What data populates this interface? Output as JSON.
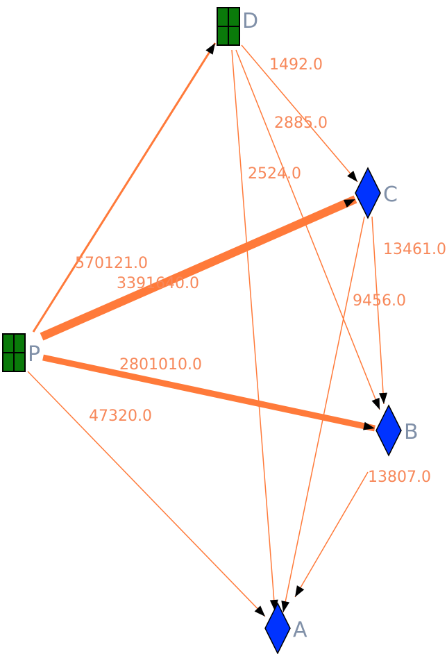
{
  "colors": {
    "edge": "#ff7a3a",
    "edge_label": "#f7885a",
    "square_node": "#0a7a0a",
    "diamond_node": "#0033ff",
    "node_label": "#8090a8",
    "arrow": "#000000"
  },
  "nodes": [
    {
      "id": "D",
      "label": "D",
      "shape": "square-grid"
    },
    {
      "id": "C",
      "label": "C",
      "shape": "diamond"
    },
    {
      "id": "B",
      "label": "B",
      "shape": "diamond"
    },
    {
      "id": "A",
      "label": "A",
      "shape": "diamond"
    },
    {
      "id": "P",
      "label": "P",
      "shape": "square-grid"
    }
  ],
  "edges": [
    {
      "from": "P",
      "to": "C",
      "label": "3391640.0"
    },
    {
      "from": "P",
      "to": "B",
      "label": "2801010.0"
    },
    {
      "from": "P",
      "to": "D",
      "label": "570121.0"
    },
    {
      "from": "P",
      "to": "A",
      "label": "47320.0"
    },
    {
      "from": "B",
      "to": "A",
      "label": "13807.0"
    },
    {
      "from": "C",
      "to": "B",
      "label": "13461.0"
    },
    {
      "from": "C",
      "to": "A",
      "label": "9456.0"
    },
    {
      "from": "D",
      "to": "C",
      "label": "2885.0"
    },
    {
      "from": "D",
      "to": "B",
      "label": "2524.0"
    },
    {
      "from": "D",
      "to": "A",
      "label": "1492.0"
    }
  ]
}
